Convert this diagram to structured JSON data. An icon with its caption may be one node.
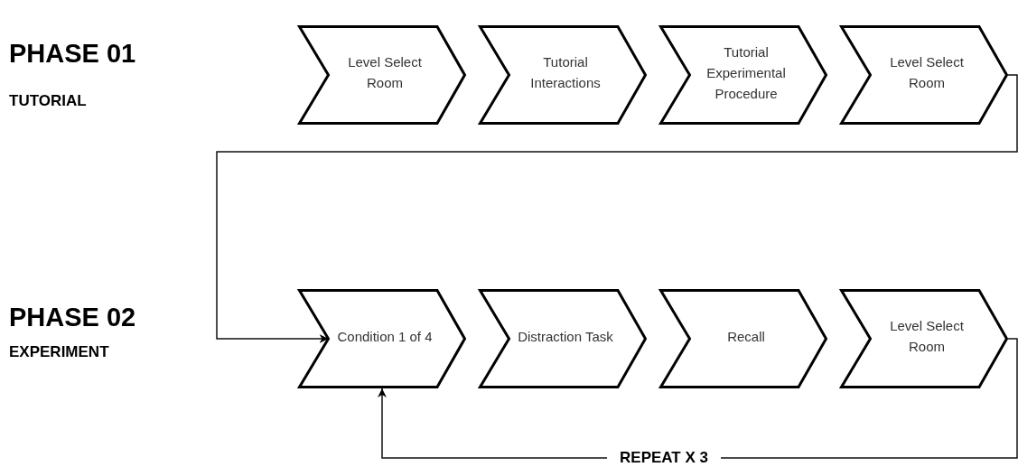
{
  "diagram": {
    "nodes": [
      {
        "text": [
          "Level Select Room"
        ]
      },
      {
        "text": [
          "Tutorial Interactions"
        ]
      },
      {
        "text": [
          "Tutorial Experimental Procedure"
        ]
      },
      {
        "text": [
          "Level Select Room"
        ]
      },
      {
        "text": [
          "Condition 1 of 4"
        ]
      },
      {
        "text": [
          "Distraction Task"
        ]
      },
      {
        "text": [
          "Recall"
        ]
      },
      {
        "text": [
          "Level Select Room"
        ]
      }
    ],
    "edges": [
      {
        "from": 3,
        "to": 4,
        "arrow": "to"
      },
      {
        "from": 7,
        "to": 4,
        "arrow": "to",
        "label": "REPEAT X 3"
      }
    ],
    "labels": [
      "PHASE 01",
      "TUTORIAL",
      "PHASE 02",
      "EXPERIMENT"
    ]
  }
}
